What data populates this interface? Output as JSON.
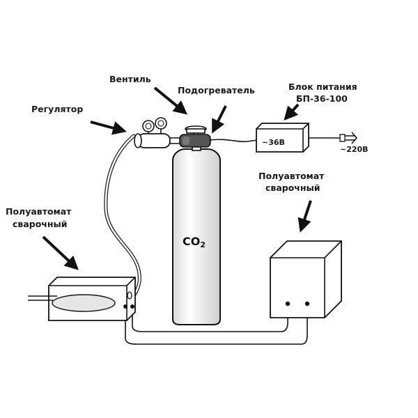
{
  "labels": {
    "regulator": "Регулятор",
    "valve": "Вентиль",
    "heater": "Подогреватель",
    "psu_line1": "Блок питания",
    "psu_line2": "БП-36-100",
    "psu_voltage": "~36В",
    "mains_voltage": "~220В",
    "welder_left_line1": "Полуавтомат",
    "welder_left_line2": "сварочный",
    "welder_right_line1": "Полуавтомат",
    "welder_right_line2": "сварочный",
    "cylinder_prefix": "CO",
    "cylinder_sub": "2"
  },
  "colors": {
    "stroke": "#111111",
    "heater_body": "#555555",
    "background": "#ffffff"
  }
}
